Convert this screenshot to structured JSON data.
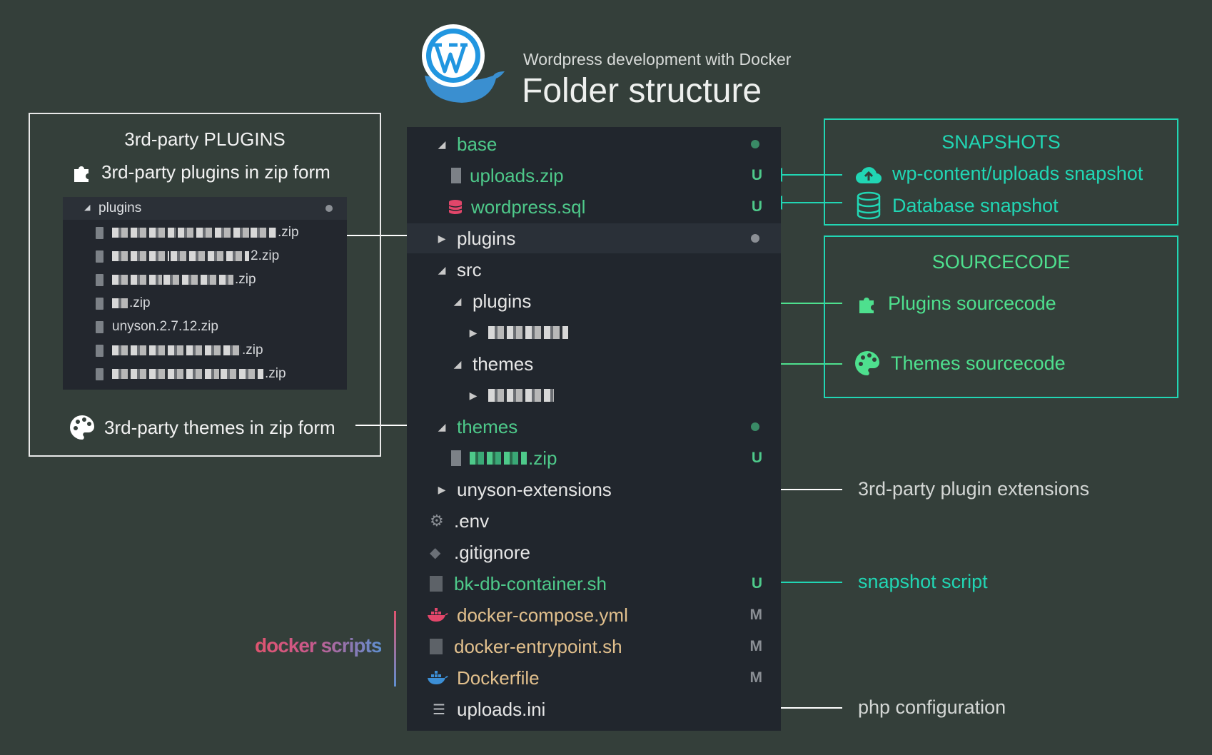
{
  "header": {
    "subtitle": "Wordpress development with Docker",
    "title": "Folder structure"
  },
  "left_box": {
    "title": "3rd-party PLUGINS",
    "plugins_line": "3rd-party plugins in zip form",
    "themes_line": "3rd-party themes in zip form",
    "explorer": {
      "folder": "plugins",
      "files": [
        ".zip",
        "2.zip",
        ".zip",
        ".zip",
        "unyson.2.7.12.zip",
        ".zip",
        ".zip"
      ]
    }
  },
  "tree": {
    "rows": [
      {
        "label": "base",
        "color": "#4ec98a"
      },
      {
        "label": "uploads.zip",
        "status": "U",
        "color": "#4ec98a"
      },
      {
        "label": "wordpress.sql",
        "status": "U",
        "color": "#4ec98a"
      },
      {
        "label": "plugins",
        "color": "#e4e4e4"
      },
      {
        "label": "src",
        "color": "#e4e4e4"
      },
      {
        "label": "plugins",
        "color": "#e4e4e4"
      },
      {
        "label": "",
        "color": "#e4e4e4"
      },
      {
        "label": "themes",
        "color": "#e4e4e4"
      },
      {
        "label": "",
        "color": "#e4e4e4"
      },
      {
        "label": "themes",
        "color": "#4ec98a"
      },
      {
        "label": ".zip",
        "status": "U",
        "color": "#4ec98a"
      },
      {
        "label": "unyson-extensions",
        "color": "#e4e4e4"
      },
      {
        "label": ".env",
        "color": "#e4e4e4"
      },
      {
        "label": ".gitignore",
        "color": "#e4e4e4"
      },
      {
        "label": "bk-db-container.sh",
        "status": "U",
        "color": "#4ec98a"
      },
      {
        "label": "docker-compose.yml",
        "status": "M",
        "color": "#e2c08d"
      },
      {
        "label": "docker-entrypoint.sh",
        "status": "M",
        "color": "#e2c08d"
      },
      {
        "label": "Dockerfile",
        "status": "M",
        "color": "#e2c08d"
      },
      {
        "label": "uploads.ini",
        "color": "#e4e4e4"
      }
    ]
  },
  "snapshots": {
    "title": "SNAPSHOTS",
    "uploads": "wp-content/uploads snapshot",
    "database": "Database snapshot"
  },
  "sourcecode": {
    "title": "SOURCECODE",
    "plugins": "Plugins sourcecode",
    "themes": "Themes sourcecode"
  },
  "notes": {
    "extensions": "3rd-party plugin extensions",
    "snapshot_script": "snapshot script",
    "php_config": "php configuration",
    "docker_scripts": "docker scripts"
  },
  "colors": {
    "background": "#343f3a",
    "teal": "#21d6b4",
    "green": "#4ec98a",
    "modified": "#e2c08d",
    "panel": "#21262d"
  }
}
